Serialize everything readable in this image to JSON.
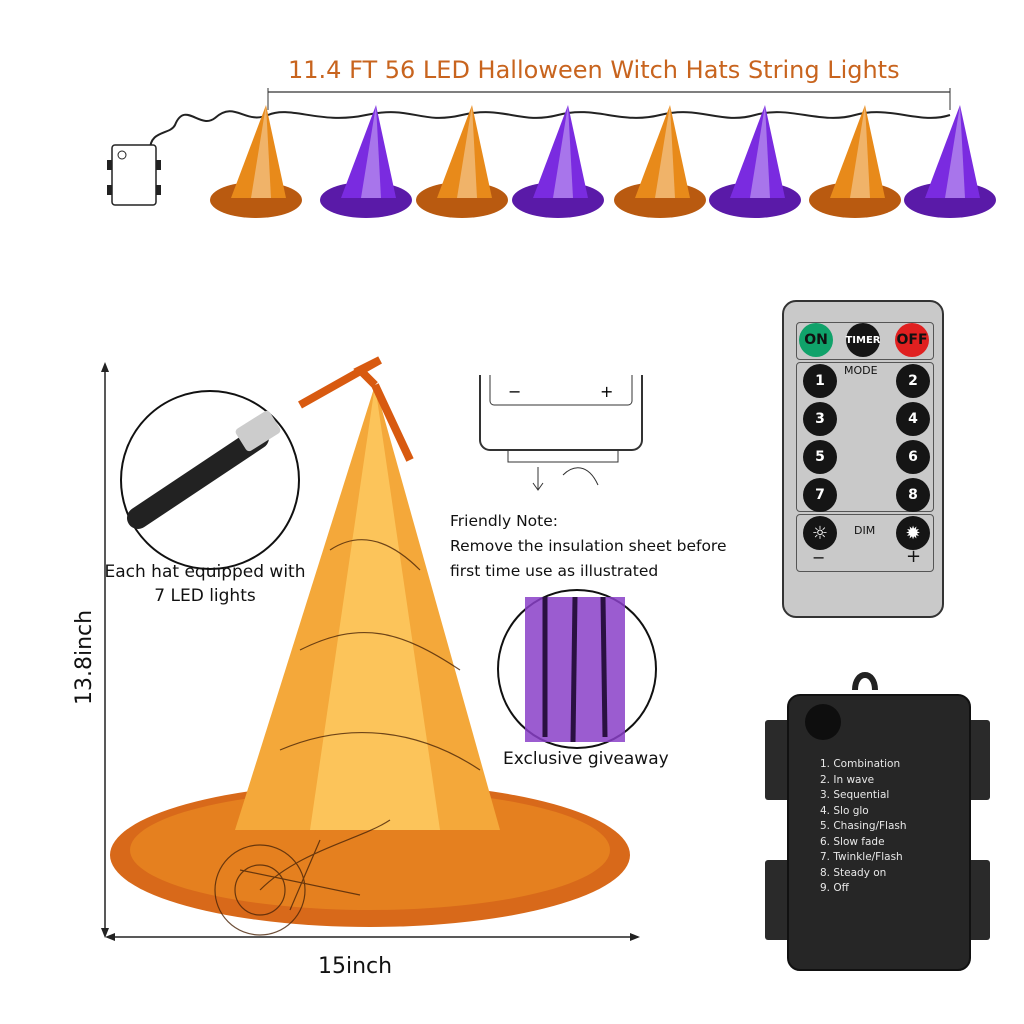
{
  "title": "11.4 FT 56 LED Halloween Witch Hats String Lights",
  "colors": {
    "title": "#c8641e",
    "hat_orange": "#e88a1a",
    "hat_purple": "#7a2be0",
    "on": "#10a26a",
    "off": "#e02020"
  },
  "string_hats": [
    "orange",
    "purple",
    "orange",
    "purple",
    "orange",
    "purple",
    "orange",
    "purple"
  ],
  "led_callout": "Each hat equipped with 7 LED lights",
  "dimensions": {
    "height": "13.8inch",
    "width": "15inch"
  },
  "note": {
    "heading": "Friendly Note:",
    "line1": "Remove the insulation sheet before",
    "line2": "first time use as illustrated"
  },
  "giveaway": "Exclusive giveaway",
  "remote": {
    "on": "ON",
    "timer": "TIMER",
    "off": "OFF",
    "mode": "MODE",
    "numbers": [
      "1",
      "2",
      "3",
      "4",
      "5",
      "6",
      "7",
      "8"
    ],
    "dim": "DIM",
    "minus": "−",
    "plus": "+"
  },
  "battery_modes": [
    "1. Combination",
    "2. In wave",
    "3. Sequential",
    "4. Slo glo",
    "5. Chasing/Flash",
    "6. Slow fade",
    "7. Twinkle/Flash",
    "8. Steady on",
    "9. Off"
  ]
}
